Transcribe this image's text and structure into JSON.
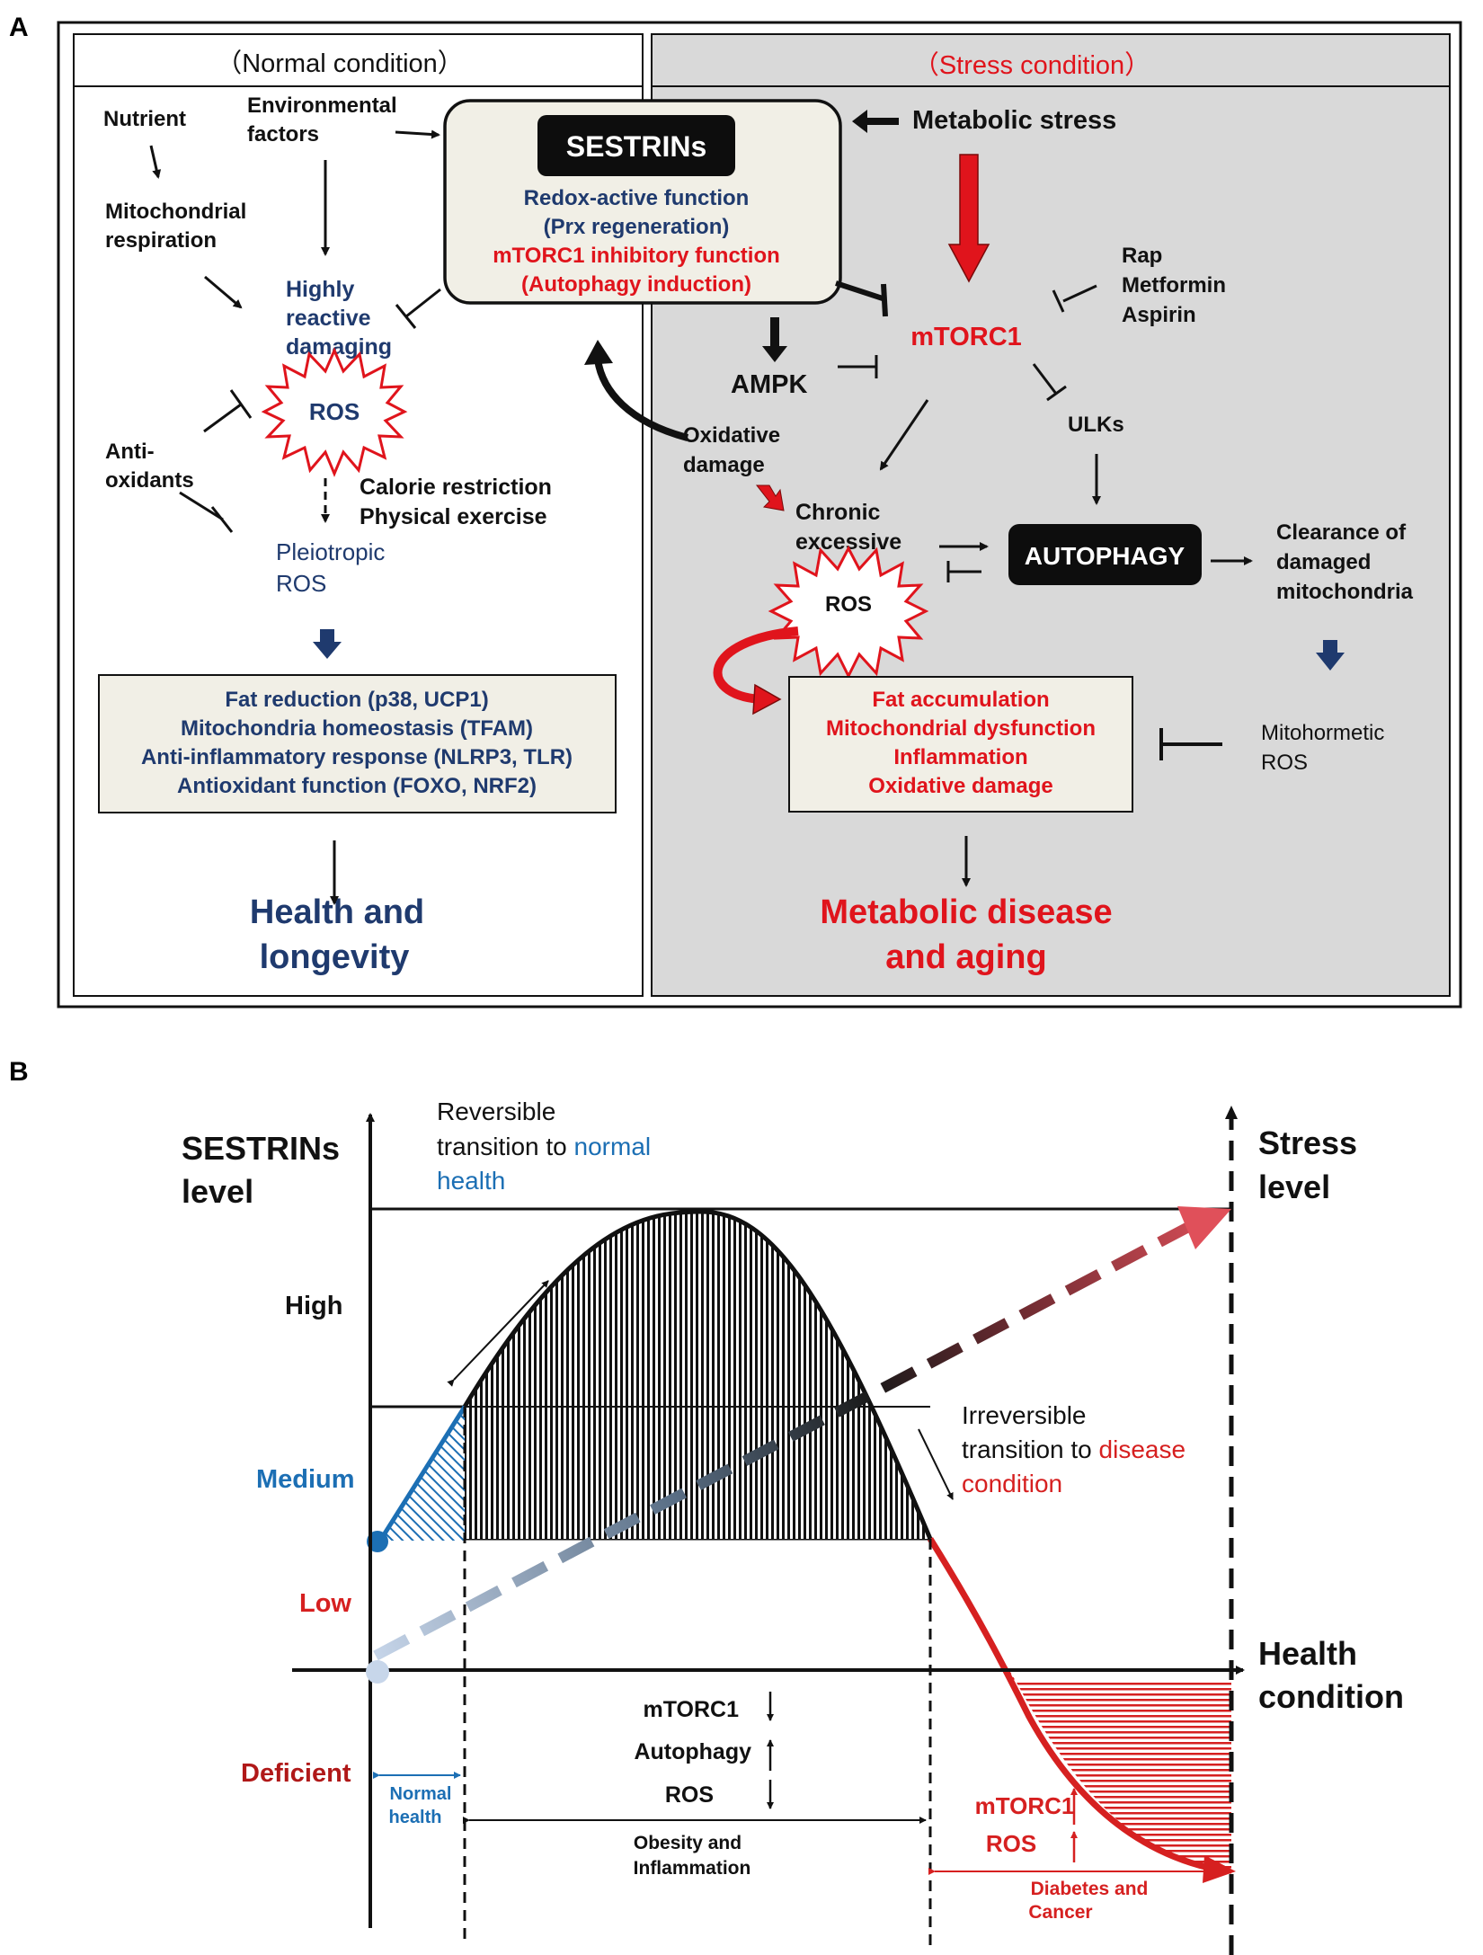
{
  "panel_a": {
    "label": "A",
    "normal_header": "（Normal condition）",
    "stress_header": "（Stress condition）",
    "sestrins_title": "SESTRINs",
    "sestrins_lines": [
      "Redox-active function",
      "(Prx regeneration)",
      "mTORC1 inhibitory function",
      "(Autophagy induction)"
    ],
    "nutrient": "Nutrient",
    "env_lines": [
      "Environmental",
      "factors"
    ],
    "mito_lines": [
      "Mitochondrial",
      "respiration"
    ],
    "highly_lines": [
      "Highly",
      "reactive",
      "damaging"
    ],
    "ros": "ROS",
    "anti_lines": [
      "Anti-",
      "oxidants"
    ],
    "calorie_lines": [
      "Calorie restriction",
      "Physical exercise"
    ],
    "pleio_lines": [
      "Pleiotropic",
      "ROS"
    ],
    "normal_box_lines": [
      "Fat reduction (p38, UCP1)",
      "Mitochondria homeostasis (TFAM)",
      "Anti-inflammatory response (NLRP3, TLR)",
      "Antioxidant function (FOXO, NRF2)"
    ],
    "health_lines": [
      "Health and",
      "longevity"
    ],
    "metabolic_stress": "Metabolic stress",
    "mtorc1": "mTORC1",
    "drugs_lines": [
      "Rap",
      "Metformin",
      "Aspirin"
    ],
    "ampk": "AMPK",
    "ulks": "ULKs",
    "oxidative_lines": [
      "Oxidative",
      "damage"
    ],
    "chronic_lines": [
      "Chronic",
      "excessive"
    ],
    "autophagy": "AUTOPHAGY",
    "clearance_lines": [
      "Clearance of",
      "damaged",
      "mitochondria"
    ],
    "mitohormetic_lines": [
      "Mitohormetic",
      "ROS"
    ],
    "stress_box_lines": [
      "Fat  accumulation",
      "Mitochondrial dysfunction",
      "Inflammation",
      "Oxidative damage"
    ],
    "disease_lines": [
      "Metabolic disease",
      "and aging"
    ]
  },
  "panel_b": {
    "label": "B",
    "sestrins_level_lines": [
      "SESTRINs",
      "level"
    ],
    "stress_level_lines": [
      "Stress",
      "level"
    ],
    "health_condition_lines": [
      "Health",
      "condition"
    ],
    "reversible_1": "Reversible",
    "reversible_2a": "transition to ",
    "reversible_2b": "normal",
    "reversible_3": "health",
    "irreversible_1": "Irreversible",
    "irreversible_2a": "transition to ",
    "irreversible_2b": "disease",
    "irreversible_3": "condition",
    "levels": {
      "high": "High",
      "medium": "Medium",
      "low": "Low",
      "deficient": "Deficient"
    },
    "mid_markers": [
      "mTORC1",
      "Autophagy",
      "ROS"
    ],
    "normal_health_lines": [
      "Normal",
      "health"
    ],
    "obesity_lines": [
      "Obesity and",
      "Inflammation"
    ],
    "right_markers": [
      "mTORC1",
      "ROS"
    ],
    "diabetes_lines": [
      "Diabetes and",
      "Cancer"
    ]
  },
  "colors": {
    "blue_text": "#1f3a6e",
    "red_text": "#e0141c",
    "gray_panel": "#d9d9d9",
    "box_fill": "#f1efe6",
    "level_blue": "#1c6fb4",
    "level_red": "#d62020",
    "deficient_red": "#b01818"
  }
}
